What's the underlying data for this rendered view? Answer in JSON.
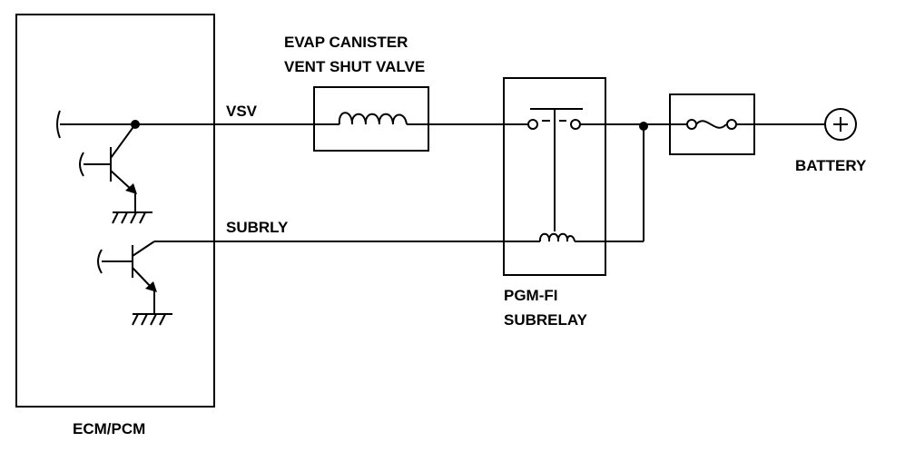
{
  "labels": {
    "module": "ECM/PCM",
    "vsv_signal": "VSV",
    "subrly_signal": "SUBRLY",
    "evap_line1": "EVAP CANISTER",
    "evap_line2": "VENT SHUT VALVE",
    "relay_line1": "PGM-FI",
    "relay_line2": "SUBRELAY",
    "battery": "BATTERY"
  },
  "icons": {
    "battery": "plus-terminal",
    "fuse": "fuse",
    "ground": "ground"
  },
  "colors": {
    "line": "#000000",
    "background": "#ffffff"
  }
}
